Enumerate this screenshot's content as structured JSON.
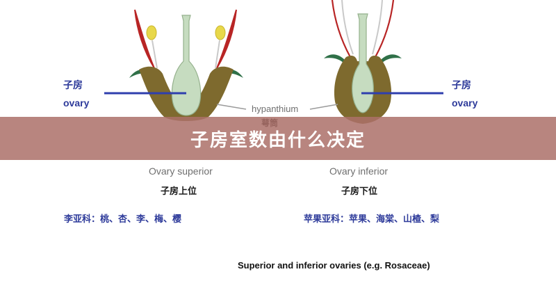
{
  "colors": {
    "receptacle": "#7e6a2e",
    "pistil": "#c6dcc0",
    "pistil_edge": "#94b08c",
    "petal_red": "#b82525",
    "sepal_green": "#2f7048",
    "anther_yellow": "#e8d84a",
    "stamen": "#c9c9c9",
    "indicator_line": "#2f3fae",
    "leader_line": "#9b9b9b",
    "banner": "#ac7068",
    "label_blue": "#2d3a9a"
  },
  "labels": {
    "left_ovary_cn": "子房",
    "left_ovary_en": "ovary",
    "right_ovary_cn": "子房",
    "right_ovary_en": "ovary",
    "hypanthium": "hypanthium",
    "hypanthium_cn": "萼筒",
    "superior_en": "Ovary superior",
    "superior_cn": "子房上位",
    "inferior_en": "Ovary inferior",
    "inferior_cn": "子房下位",
    "superior_examples": "李亚科：桃、杏、李、梅、樱",
    "inferior_examples": "苹果亚科：苹果、海棠、山楂、梨",
    "caption": "Superior and inferior ovaries (e.g. Rosaceae)"
  },
  "banner": {
    "title": "子房室数由什么决定"
  }
}
